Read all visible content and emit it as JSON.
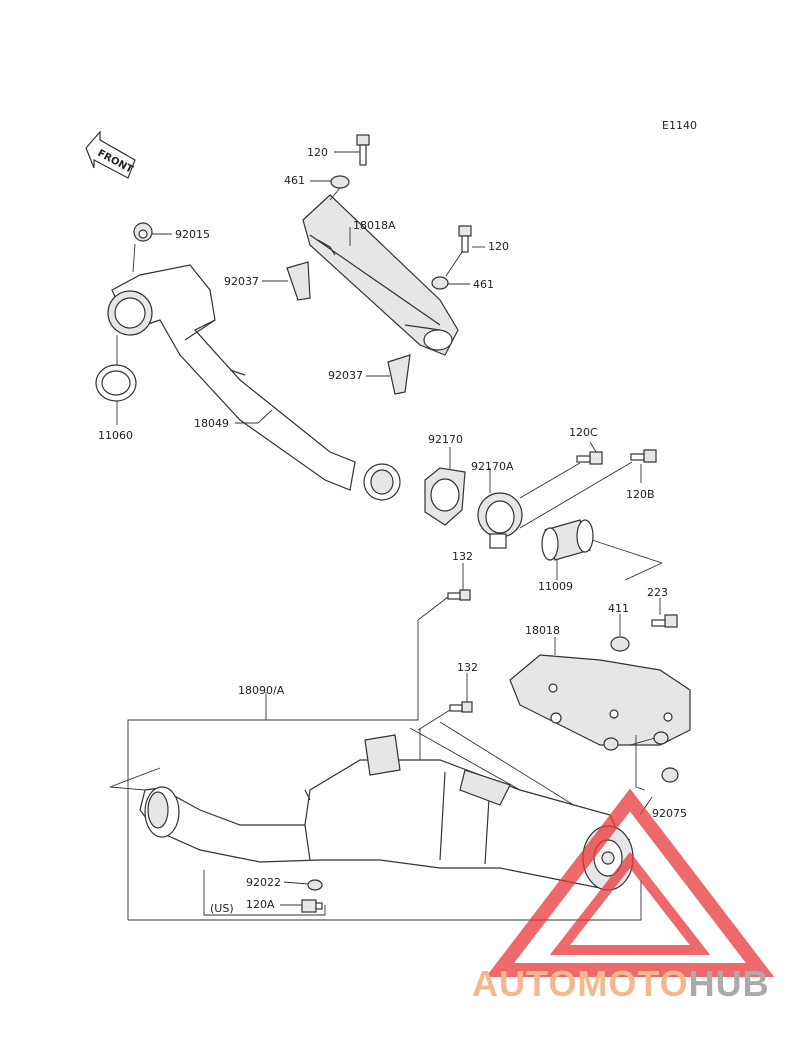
{
  "diagram_code": "E1140",
  "front_label": "FRONT",
  "region_note": "(US)",
  "watermark": {
    "part1": "AUTOMOTO",
    "part2": "HUB",
    "color1": "#f5b88e",
    "color2": "#aaaaaa",
    "triangle_color": "#e8383b"
  },
  "labels": {
    "l120_top": "120",
    "l461_top": "461",
    "l18018A": "18018A",
    "l120_right": "120",
    "l461_right": "461",
    "l92015": "92015",
    "l92037_a": "92037",
    "l92037_b": "92037",
    "l11060": "11060",
    "l18049": "18049",
    "l92170": "92170",
    "l92170A": "92170A",
    "l120C": "120C",
    "l120B": "120B",
    "l11009": "11009",
    "l132_a": "132",
    "l223": "223",
    "l411": "411",
    "l18018": "18018",
    "l132_b": "132",
    "l18090A": "18090/A",
    "l92075": "92075",
    "l92022": "92022",
    "l120A": "120A"
  }
}
